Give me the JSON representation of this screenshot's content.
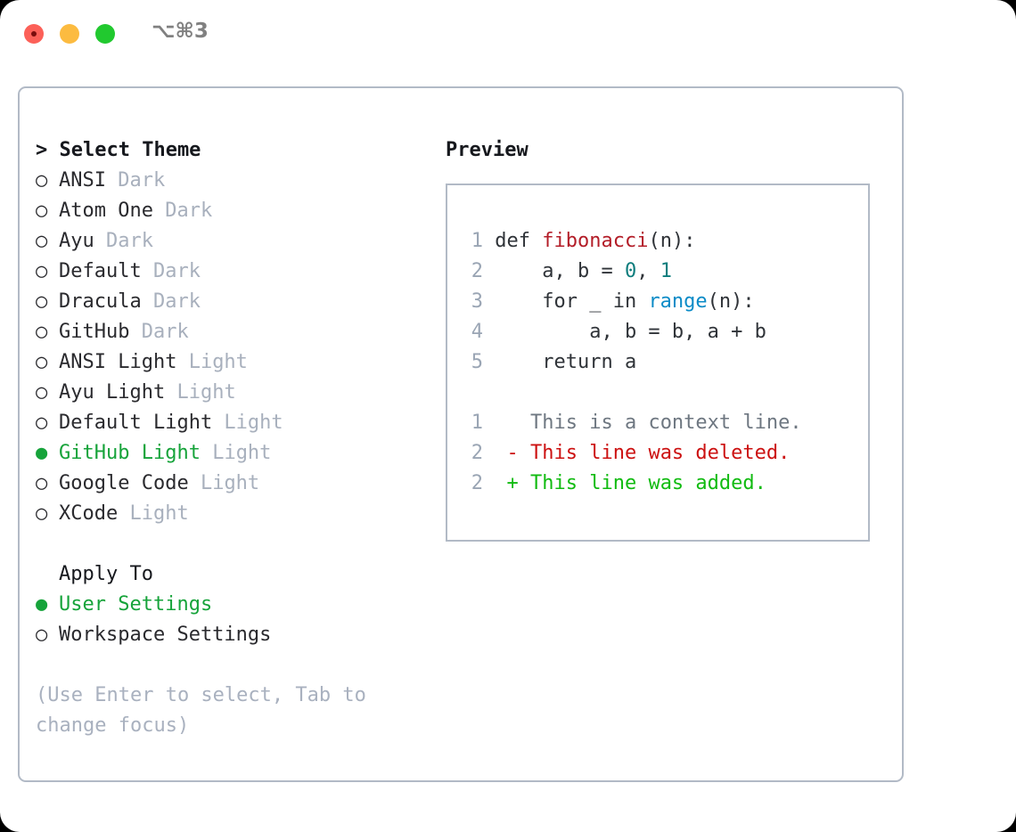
{
  "titlebar": {
    "shortcut": "⌥⌘3",
    "buttons": [
      "close",
      "minimize",
      "maximize"
    ],
    "colors": {
      "close": "#fc6058",
      "minimize": "#fcbb40",
      "maximize": "#21c92f"
    }
  },
  "theme_list": {
    "heading": "> Select Theme",
    "items": [
      {
        "marker": "○",
        "name": "ANSI",
        "tag": "Dark",
        "selected": false
      },
      {
        "marker": "○",
        "name": "Atom One",
        "tag": "Dark",
        "selected": false
      },
      {
        "marker": "○",
        "name": "Ayu",
        "tag": "Dark",
        "selected": false
      },
      {
        "marker": "○",
        "name": "Default",
        "tag": "Dark",
        "selected": false
      },
      {
        "marker": "○",
        "name": "Dracula",
        "tag": "Dark",
        "selected": false
      },
      {
        "marker": "○",
        "name": "GitHub",
        "tag": "Dark",
        "selected": false
      },
      {
        "marker": "○",
        "name": "ANSI Light",
        "tag": "Light",
        "selected": false
      },
      {
        "marker": "○",
        "name": "Ayu Light",
        "tag": "Light",
        "selected": false
      },
      {
        "marker": "○",
        "name": "Default Light",
        "tag": "Light",
        "selected": false
      },
      {
        "marker": "●",
        "name": "GitHub Light",
        "tag": "Light",
        "selected": true
      },
      {
        "marker": "○",
        "name": "Google Code",
        "tag": "Light",
        "selected": false
      },
      {
        "marker": "○",
        "name": "XCode",
        "tag": "Light",
        "selected": false
      }
    ]
  },
  "apply_to": {
    "heading": "Apply To",
    "items": [
      {
        "marker": "●",
        "name": "User Settings",
        "selected": true
      },
      {
        "marker": "○",
        "name": "Workspace Settings",
        "selected": false
      }
    ]
  },
  "hint": "(Use Enter to select, Tab to\nchange focus)",
  "preview": {
    "heading": "Preview",
    "code_lines": [
      {
        "no": "1",
        "segments": [
          {
            "text": "def ",
            "style": "plain"
          },
          {
            "text": "fibonacci",
            "style": "fn"
          },
          {
            "text": "(n):",
            "style": "plain"
          }
        ]
      },
      {
        "no": "2",
        "segments": [
          {
            "text": "    a, b = ",
            "style": "plain"
          },
          {
            "text": "0",
            "style": "num"
          },
          {
            "text": ", ",
            "style": "plain"
          },
          {
            "text": "1",
            "style": "num"
          }
        ]
      },
      {
        "no": "3",
        "segments": [
          {
            "text": "    for _ in ",
            "style": "plain"
          },
          {
            "text": "range",
            "style": "call"
          },
          {
            "text": "(n):",
            "style": "plain"
          }
        ]
      },
      {
        "no": "4",
        "segments": [
          {
            "text": "        a, b = b, a + b",
            "style": "plain"
          }
        ]
      },
      {
        "no": "5",
        "segments": [
          {
            "text": "    return a",
            "style": "plain"
          }
        ]
      }
    ],
    "diff_lines": [
      {
        "no": "1",
        "sign": " ",
        "text": "This is a context line.",
        "kind": "ctx"
      },
      {
        "no": "2",
        "sign": "-",
        "text": "This line was deleted.",
        "kind": "del"
      },
      {
        "no": "2",
        "sign": "+",
        "text": "This line was added.",
        "kind": "add"
      }
    ],
    "colors": {
      "line_number": "#9aa5b4",
      "function": "#b31d28",
      "number": "#0d7d7d",
      "builtin": "#0b8bc7",
      "plain": "#2f3338",
      "diff_context": "#6e7781",
      "diff_deleted": "#cc1111",
      "diff_added": "#11bb11",
      "accent_selected": "#16a33a",
      "border": "#b2bac6",
      "muted": "#a8b0bd"
    }
  }
}
